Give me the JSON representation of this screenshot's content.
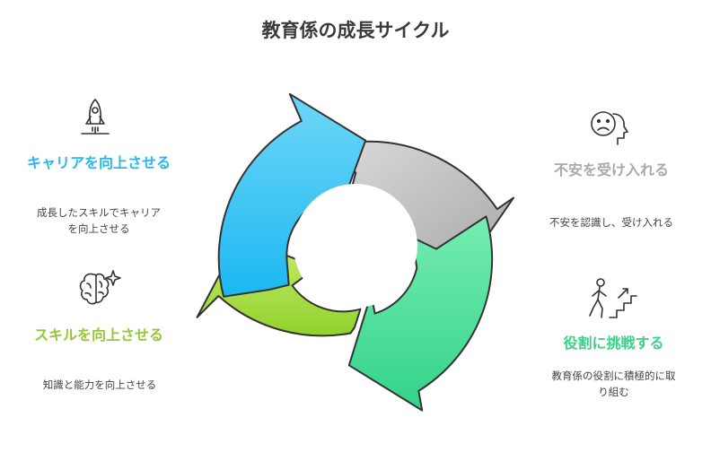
{
  "title": "教育係の成長サイクル",
  "colors": {
    "blue": "#3fc3f5",
    "gray": "#bdbdbd",
    "green": "#4fdc9a",
    "lime": "#a4dc40",
    "career_text": "#29b7ee",
    "skill_text": "#94c83a",
    "anxiety_text": "#a9a9a9",
    "challenge_text": "#3fcf88"
  },
  "steps": [
    {
      "heading": "キャリアを向上させる",
      "description": "成長したスキルでキャリアを向上させる",
      "icon": "rocket-icon"
    },
    {
      "heading": "不安を受け入れる",
      "description": "不安を認識し、受け入れる",
      "icon": "worried-face-icon"
    },
    {
      "heading": "役割に挑戦する",
      "description": "教育係の役割に積極的に取り組む",
      "icon": "climbing-stairs-icon"
    },
    {
      "heading": "スキルを向上させる",
      "description": "知識と能力を向上させる",
      "icon": "brain-sparkle-icon"
    }
  ]
}
